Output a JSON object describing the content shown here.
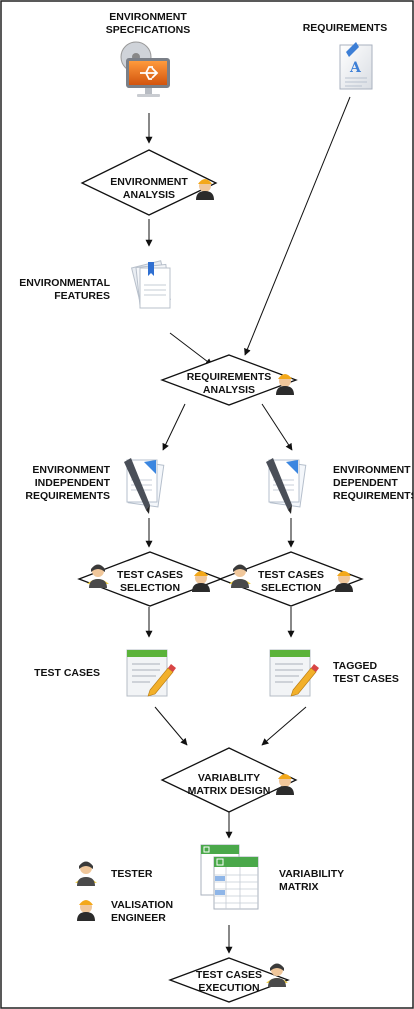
{
  "labels": {
    "env_spec_1": "ENVIRONMENT",
    "env_spec_2": "SPECFICATIONS",
    "requirements": "REQUIREMENTS",
    "env_features_1": "ENVIRONMENTAL",
    "env_features_2": "FEATURES",
    "ind_req_1": "ENVIRONMENT",
    "ind_req_2": "INDEPENDENT",
    "ind_req_3": "REQUIREMENTS",
    "dep_req_1": "ENVIRONMENT",
    "dep_req_2": "DEPENDENT",
    "dep_req_3": "REQUIREMENTS",
    "test_cases": "TEST CASES",
    "tagged_1": "TAGGED",
    "tagged_2": "TEST CASES",
    "var_matrix_1": "VARIABILITY",
    "var_matrix_2": "MATRIX"
  },
  "decisions": {
    "env_analysis_1": "ENVIRONMENT",
    "env_analysis_2": "ANALYSIS",
    "req_analysis_1": "REQUIREMENTS",
    "req_analysis_2": "ANALYSIS",
    "tcs_left_1": "TEST CASES",
    "tcs_left_2": "SELECTION",
    "tcs_right_1": "TEST CASES",
    "tcs_right_2": "SELECTION",
    "vm_design_1": "VARIABLITY",
    "vm_design_2": "MATRIX DESIGN",
    "tc_exec_1": "TEST CASES",
    "tc_exec_2": "EXECUTION"
  },
  "legend": {
    "tester": "TESTER",
    "engineer_1": "VALISATION",
    "engineer_2": "ENGINEER"
  }
}
